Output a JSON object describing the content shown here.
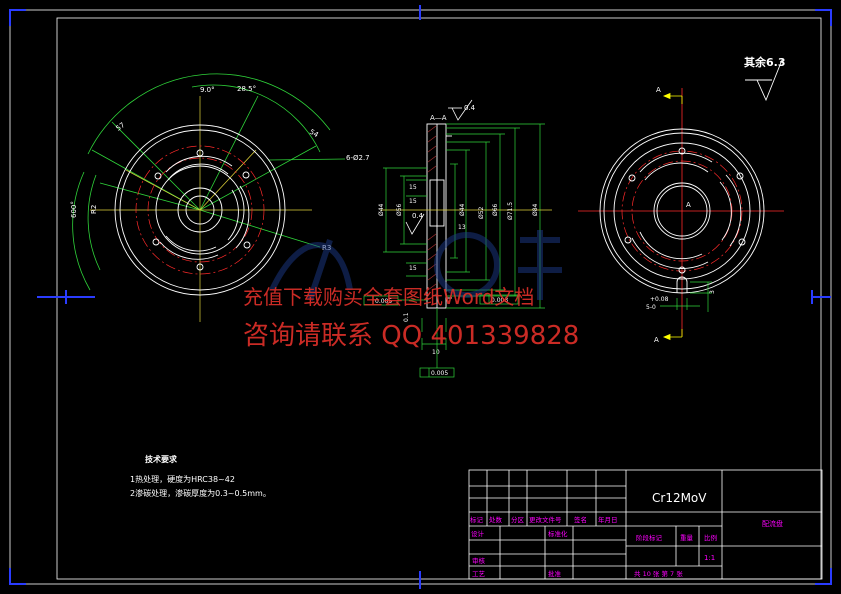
{
  "section_label": "A—A",
  "roughness_left": "0.4",
  "roughness_mid": "0.4",
  "roughness_note": "其余6.3",
  "section_markers": {
    "top": "A",
    "center": "A",
    "bottom": "A"
  },
  "dims_left": {
    "angle_90": "9.0°",
    "angle_285": "28.5°",
    "r57": "57",
    "r54": "54",
    "hole": "6-Ø2.7",
    "ang_600": "600°",
    "r2": "R2",
    "r3": "R3"
  },
  "dims_mid": {
    "d44a": "Ø44",
    "d56": "Ø56",
    "d44b": "Ø44",
    "d52": "Ø52",
    "d66": "Ø66",
    "d715": "Ø71.5",
    "d84": "Ø84",
    "h15a": "15",
    "h15b": "15",
    "h15c": "15",
    "h13": "13",
    "w10": "10",
    "flat1": "0.005",
    "flat2": "0.003",
    "flat3": "0.005",
    "par": "0.1"
  },
  "dims_right": {
    "tol": "+0.08",
    "tol_base": "5-0",
    "dep": "3"
  },
  "tech_req": {
    "title": "技术要求",
    "line1": "1热处理，硬度为HRC38~42",
    "line2": "2渗碳处理，渗碳厚度为0.3~0.5mm。"
  },
  "title_block": {
    "material": "Cr12MoV",
    "part_name": "配流盘",
    "hdr1": "标记",
    "hdr2": "处数",
    "hdr3": "分区",
    "hdr4": "更改文件号",
    "hdr5": "签名",
    "hdr6": "年月日",
    "design": "设计",
    "standard": "标准化",
    "stage": "阶段标记",
    "weight": "重量",
    "scale_label": "比例",
    "scale": "1:1",
    "review": "审核",
    "process": "工艺",
    "approve": "批准",
    "sheets": "共 10 张 第 7 张"
  },
  "watermark": {
    "line1": "充值下载购买全套图纸Word文档",
    "line2": "咨询请联系 QQ 401339828"
  }
}
